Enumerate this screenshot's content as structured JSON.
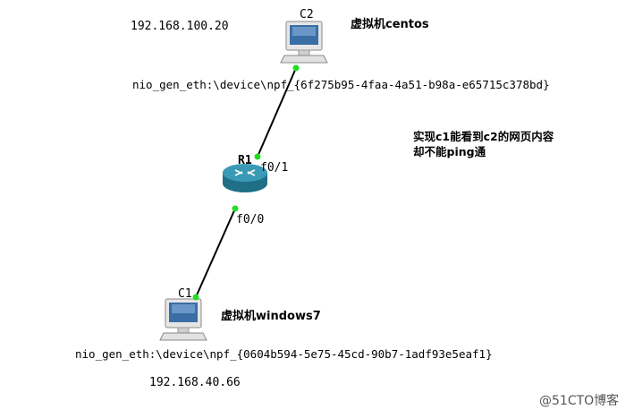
{
  "topology": {
    "c2": {
      "name": "C2",
      "ip": "192.168.100.20",
      "label": "虚拟机centos",
      "nio": "nio_gen_eth:\\device\\npf_{6f275b95-4faa-4a51-b98a-e65715c378bd}"
    },
    "r1": {
      "name": "R1",
      "port_top": "f0/1",
      "port_bottom": "f0/0"
    },
    "c1": {
      "name": "C1",
      "ip": "192.168.40.66",
      "label": "虚拟机windows7",
      "nio": "nio_gen_eth:\\device\\npf_{0604b594-5e75-45cd-90b7-1adf93e5eaf1}"
    },
    "note": {
      "line1": "实现c1能看到c2的网页内容",
      "line2": "却不能ping通"
    },
    "watermark": "@51CTO博客",
    "colors": {
      "link": "#000000",
      "port_dot": "#22dd22",
      "router_body": "#2f8fa8",
      "pc_body": "#d9d9d9",
      "pc_screen": "#3a6ea5"
    }
  }
}
